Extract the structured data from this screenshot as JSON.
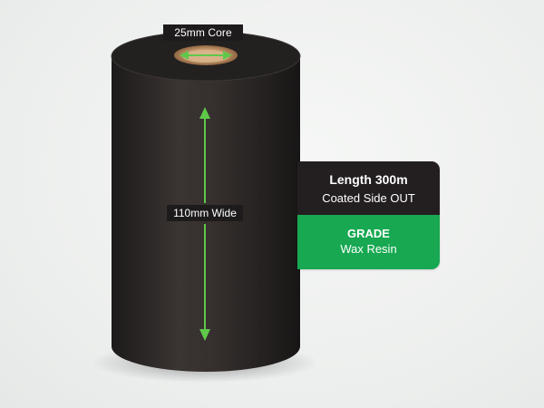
{
  "labels": {
    "core": "25mm Core",
    "width": "110mm Wide"
  },
  "info_card": {
    "length": "Length 300m",
    "side": "Coated Side OUT",
    "grade_title": "GRADE",
    "grade_value": "Wax Resin"
  },
  "colors": {
    "background": "#eef0ef",
    "roll": "#2a2625",
    "arrow": "#5fc84a",
    "card_dark": "#231f20",
    "card_green": "#17a851",
    "core": "#b88458"
  }
}
